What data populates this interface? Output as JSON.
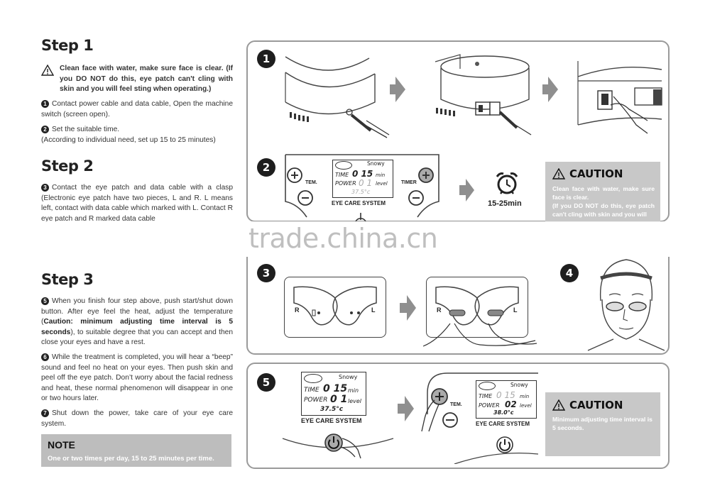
{
  "left": {
    "step1": {
      "title": "Step 1",
      "warning": "Clean face with water, make sure face is clear.",
      "warning2": "(If you DO NOT do this, eye patch can't cling with skin and you will feel sting when operating.)",
      "item1_num": "1",
      "item1": "Contact power cable and data cable, Open the machine switch (screen open).",
      "item2_num": "2",
      "item2": "Set the suitable time.",
      "item2b": "(According to individual need, set up 15 to 25 minutes)"
    },
    "step2": {
      "title": "Step 2",
      "item3_num": "3",
      "item3": "Contact the eye patch and data cable with a clasp (Electronic eye patch have two pieces, L and R. L means left, contact with data cable which marked with L. Contact  R eye patch and R marked data cable"
    },
    "step3": {
      "title": "Step 3",
      "item5_num": "5",
      "item5a": "When you finish four step above, push start/shut down button. After eye feel the heat, adjust the temperature (",
      "item5b": "Caution: minimum adjusting time interval is 5 seconds",
      "item5c": "), to suitable degree that you can accept and then close your eyes and have a rest.",
      "item6_num": "6",
      "item6": "While the treatment is completed, you will hear a “beep” sound and feel no heat on your eyes. Then push skin and peel off the eye patch. Don’t worry about the facial redness and heat, these normal phenomenon  will disappear in one or two hours later.",
      "item7_num": "7",
      "item7": "Shut down the power, take care of  your eye care system."
    },
    "note": {
      "title": "NOTE",
      "text": "One or two times per day, 15 to 25 minutes per time."
    }
  },
  "right": {
    "p1_num": "1",
    "p2_num": "2",
    "p3_num": "3",
    "p4_num": "4",
    "p5_num": "5",
    "panel2": {
      "tem": "TEM.",
      "timer": "TIMER",
      "brand": "Snowy",
      "time_label": "TIME",
      "time_val": "0 15",
      "time_unit": "min",
      "power_label": "POWER",
      "power_val": "0 1",
      "power_unit": "level",
      "temp": "37.5°c",
      "system": "EYE CARE SYSTEM",
      "duration": "15-25min",
      "caution_title": "CAUTION",
      "caution_text": "Clean face with water, make sure face is clear.",
      "caution_text2": "(If you DO NOT do this, eye patch can't cling with skin and you will"
    },
    "panel3": {
      "r1": "R",
      "l1": "L",
      "r2": "R",
      "l2": "L"
    },
    "panel5": {
      "brand1": "Snowy",
      "time_label1": "TIME",
      "time_val1": "0 15",
      "time_unit1": "min",
      "power_label1": "POWER",
      "power_val1": "0 1",
      "power_unit1": "level",
      "temp1": "37.5°c",
      "system1": "EYE CARE SYSTEM",
      "tem2": "TEM.",
      "brand2": "Snowy",
      "time_label2": "TIME",
      "time_val2": "0 15",
      "time_unit2": "min",
      "power_label2": "POWER",
      "power_val2": "02",
      "power_unit2": "level",
      "temp2": "38.0°c",
      "system2": "EYE CARE SYSTEM",
      "caution_title": "CAUTION",
      "caution_text": "Minimum adjusting time interval is 5 seconds."
    }
  },
  "watermark": "trade.china.cn",
  "colors": {
    "panel_border": "#9a9a9a",
    "caution_bg": "#c8c8c8",
    "note_bg": "#bdbdbd",
    "arrow": "#8f8f8f"
  }
}
